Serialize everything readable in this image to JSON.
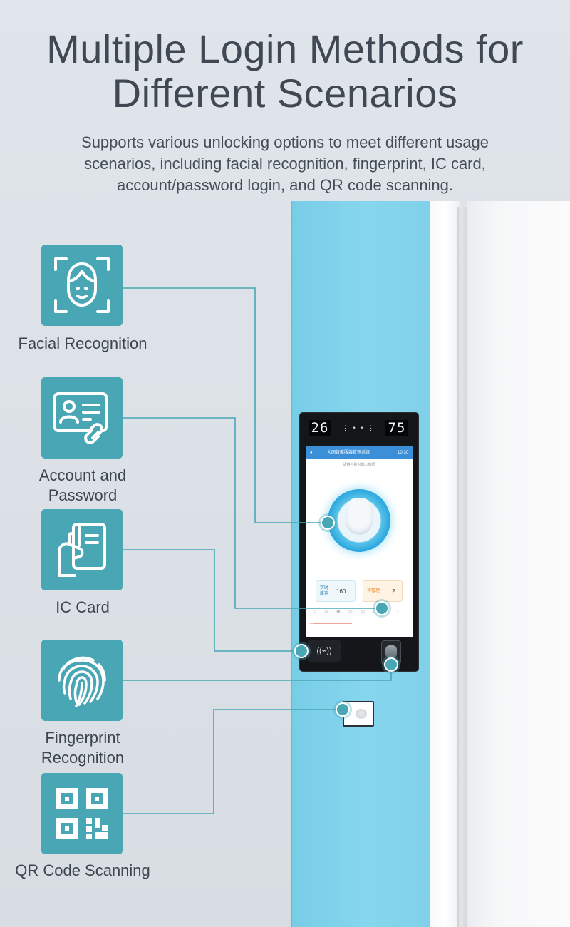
{
  "header": {
    "title_line1": "Multiple Login Methods for",
    "title_line2": "Different Scenarios",
    "subtitle_line1": "Supports various unlocking options to meet different usage",
    "subtitle_line2": "scenarios, including facial recognition, fingerprint, IC card,",
    "subtitle_line3": "account/password login, and QR code scanning."
  },
  "methods": [
    {
      "label": "Facial Recognition",
      "icon": "face-scan-icon"
    },
    {
      "label_line1": "Account and",
      "label_line2": "Password",
      "icon": "id-card-link-icon"
    },
    {
      "label": "IC Card",
      "icon": "card-tap-icon"
    },
    {
      "label_line1": "Fingerprint",
      "label_line2": "Recognition",
      "icon": "fingerprint-icon"
    },
    {
      "label": "QR Code Scanning",
      "icon": "qr-code-icon"
    }
  ],
  "device": {
    "temperature": "26",
    "humidity": "75",
    "screen_title": "大园智能服装管理系统",
    "screen_time": "10:30",
    "screen_hint": "请将人脸对准人像框",
    "stat_a_label_1": "实时",
    "stat_a_label_2": "库存",
    "stat_a_value": "160",
    "stat_b_label": "待管理",
    "stat_b_value": "2",
    "nfc_symbol": "((⌁))"
  },
  "colors": {
    "accent": "#49a6b4",
    "door": "#82d3ec",
    "text": "#3d4650"
  }
}
